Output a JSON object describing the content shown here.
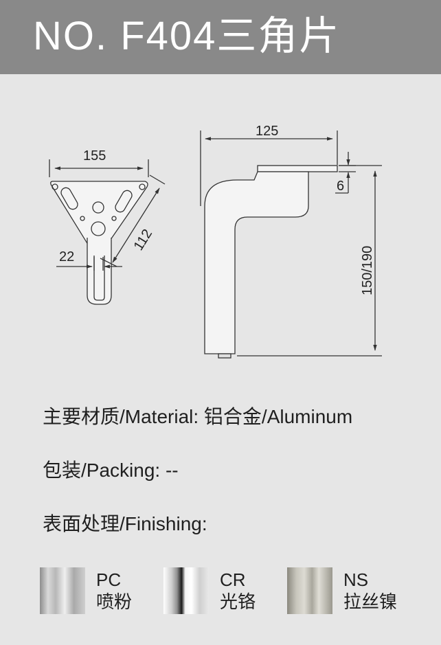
{
  "header": {
    "title": "NO. F404三角片",
    "background": "#898989"
  },
  "drawing": {
    "left_view": {
      "width_label": "155",
      "side_label": "112",
      "offset_label": "22"
    },
    "right_view": {
      "width_label": "125",
      "thickness_label": "6",
      "height_label": "150/190"
    }
  },
  "specs": {
    "material": "主要材质/Material: 铝合金/Aluminum",
    "packing": "包装/Packing: --",
    "finishing": "表面处理/Finishing:"
  },
  "finishes": [
    {
      "code": "PC",
      "name": "喷粉",
      "swatch": "pc-silver-swatch"
    },
    {
      "code": "CR",
      "name": "光铬",
      "swatch": "cr-chrome-swatch"
    },
    {
      "code": "NS",
      "name": "拉丝镍",
      "swatch": "ns-brushed-nickel-swatch"
    }
  ]
}
